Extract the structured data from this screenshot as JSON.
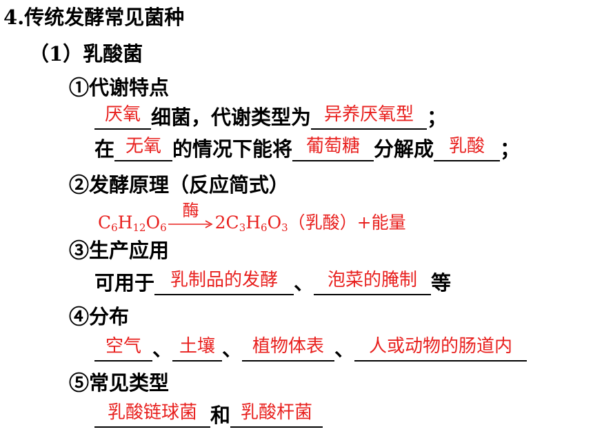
{
  "heading": "4.传统发酵常见菌种",
  "sub1": "（1）乳酸菌",
  "s1": {
    "title": "①代谢特点",
    "ans_anaerobe": "厌氧",
    "txt_bacteria": "细菌，代谢类型为",
    "ans_type": "异养厌氧型",
    "semicolon": "；",
    "txt_in": "在",
    "ans_nooxygen": "无氧",
    "txt_condition": "的情况下能将",
    "ans_glucose": "葡萄糖",
    "txt_decompose": "分解成",
    "ans_lactic": "乳酸",
    "semicolon2": "；"
  },
  "s2": {
    "title": "②发酵原理（反应简式）",
    "enzyme": "酶",
    "formula_left": "C6H12O6",
    "formula_right": "2C3H6O3（乳酸）+能量"
  },
  "s3": {
    "title": "③生产应用",
    "txt_usable": "可用于",
    "ans_dairy": "乳制品的发酵",
    "sep": "、",
    "ans_pickle": "泡菜的腌制",
    "txt_etc": "等"
  },
  "s4": {
    "title": "④分布",
    "ans_air": "空气",
    "ans_soil": "土壤",
    "ans_plant": "植物体表",
    "ans_gut": "人或动物的肠道内",
    "sep": "、"
  },
  "s5": {
    "title": "⑤常见类型",
    "ans_cocci": "乳酸链球菌",
    "txt_and": "和",
    "ans_bacillus": "乳酸杆菌"
  },
  "colors": {
    "answer": "#e8201e",
    "text": "#000000"
  }
}
